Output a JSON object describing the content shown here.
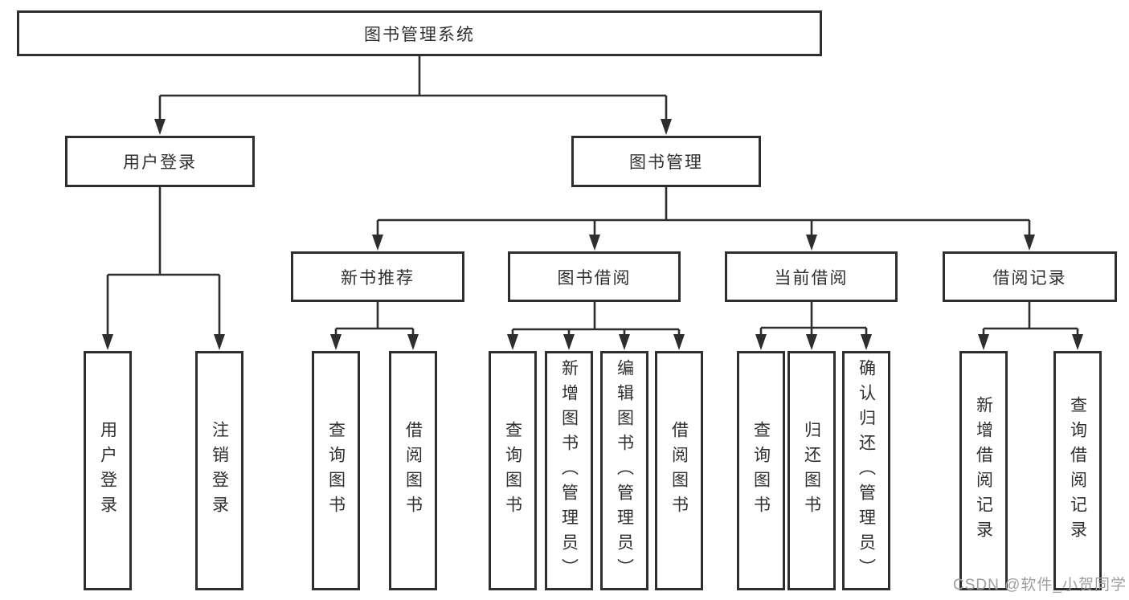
{
  "tree": {
    "label": "图书管理系统",
    "children": [
      {
        "label": "用户登录",
        "children": [
          {
            "label": "用户登录"
          },
          {
            "label": "注销登录"
          }
        ]
      },
      {
        "label": "图书管理",
        "children": [
          {
            "label": "新书推荐",
            "children": [
              {
                "label": "查询图书"
              },
              {
                "label": "借阅图书"
              }
            ]
          },
          {
            "label": "图书借阅",
            "children": [
              {
                "label": "查询图书"
              },
              {
                "label": "新增图书（管理员）"
              },
              {
                "label": "编辑图书（管理员）"
              },
              {
                "label": "借阅图书"
              }
            ]
          },
          {
            "label": "当前借阅",
            "children": [
              {
                "label": "查询图书"
              },
              {
                "label": "归还图书"
              },
              {
                "label": "确认归还（管理员）"
              }
            ]
          },
          {
            "label": "借阅记录",
            "children": [
              {
                "label": "新增借阅记录"
              },
              {
                "label": "查询借阅记录"
              }
            ]
          }
        ]
      }
    ]
  },
  "watermark": {
    "text": "CSDN @软件_小贺同学"
  },
  "colors": {
    "line": "#2e2e2e",
    "box_border": "#2e2e2e",
    "text": "#2f2f2f",
    "watermark": "#9e9e9e",
    "background": "#ffffff"
  }
}
